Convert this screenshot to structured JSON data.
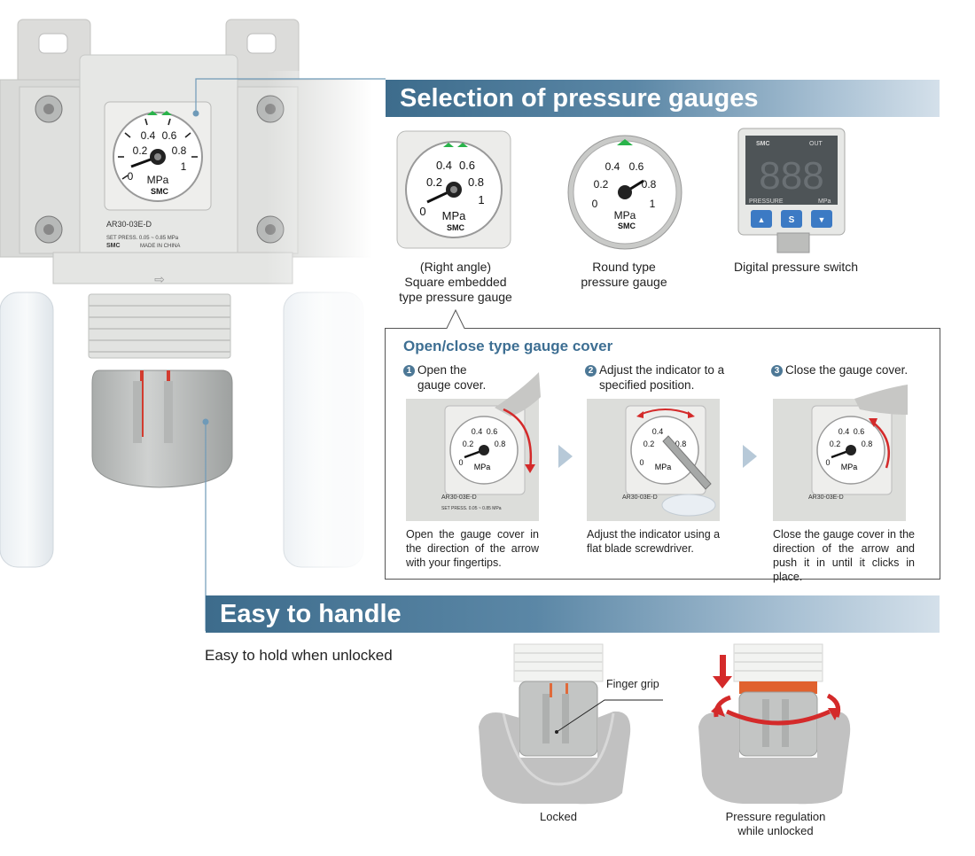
{
  "header": {
    "title": "Selection of pressure gauges"
  },
  "device": {
    "model_label": "AR30-03E-D",
    "set_press": "SET PRESS. 0.05 ~ 0.85 MPa",
    "made_in": "MADE IN CHINA",
    "brand": "SMC"
  },
  "gauge": {
    "unit": "MPa",
    "brand": "SMC",
    "ticks": [
      "0",
      "0.2",
      "0.4",
      "0.6",
      "0.8",
      "1"
    ]
  },
  "gauges": [
    {
      "caption_lines": [
        "(Right angle)",
        "Square embedded",
        "type pressure gauge"
      ]
    },
    {
      "caption_lines": [
        "Round type",
        "pressure gauge"
      ]
    },
    {
      "caption_lines": [
        "Digital pressure switch"
      ]
    }
  ],
  "digital_switch": {
    "brand": "SMC",
    "out_label": "OUT",
    "display": "888",
    "pressure_label": "PRESSURE",
    "unit": "MPa",
    "buttons": [
      "▲",
      "S",
      "▼"
    ]
  },
  "cover_section": {
    "title": "Open/close type gauge cover",
    "steps": [
      {
        "num": "1",
        "title_lines": [
          "Open the",
          "gauge cover."
        ],
        "desc": "Open the gauge cover in the direction of the arrow with your fingertips."
      },
      {
        "num": "2",
        "title_lines": [
          "Adjust the indicator to a",
          "specified position."
        ],
        "desc": "Adjust the indicator using a flat blade screwdriver."
      },
      {
        "num": "3",
        "title_lines": [
          "Close the gauge cover."
        ],
        "desc": "Close the gauge cover in the direction of the arrow and push it in until it clicks in place."
      }
    ]
  },
  "handle_section": {
    "title": "Easy to handle",
    "subtitle": "Easy to hold when unlocked",
    "finger_grip_label": "Finger grip",
    "locked_label": "Locked",
    "unlocked_label_lines": [
      "Pressure regulation",
      "while unlocked"
    ]
  },
  "colors": {
    "banner": "#3d6c8c",
    "accent_blue": "#3e6f93",
    "arrow_red": "#d42a2a",
    "body_gray": "#d6d7d5",
    "knob_gray": "#b9bbba",
    "gauge_green": "#29b34a"
  }
}
